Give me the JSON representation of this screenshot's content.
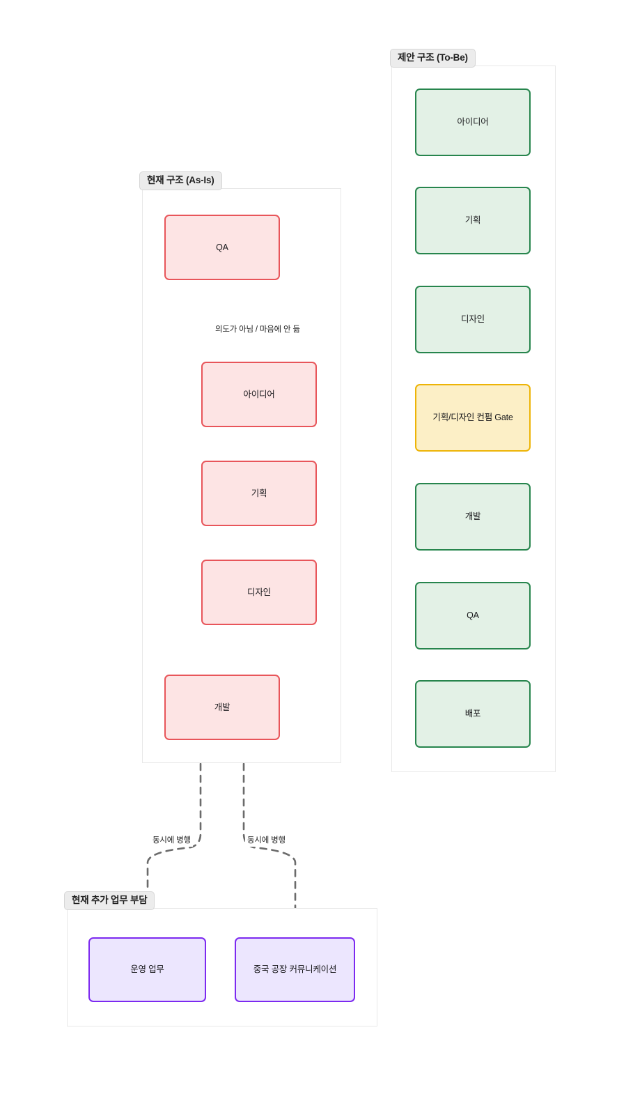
{
  "diagram": {
    "title_as_is": "현재 구조 (As-Is)",
    "title_to_be": "제안 구조 (To-Be)",
    "title_extra": "현재 추가 업무 부담"
  },
  "as_is": {
    "label": "현재 구조 (As-Is)",
    "nodes": [
      {
        "id": "asis-qa",
        "label": "QA",
        "color": "#e8555a"
      },
      {
        "id": "asis-idea",
        "label": "아이디어",
        "color": "#e8555a"
      },
      {
        "id": "asis-plan",
        "label": "기획",
        "color": "#e8555a"
      },
      {
        "id": "asis-design",
        "label": "디자인",
        "color": "#e8555a"
      },
      {
        "id": "asis-dev",
        "label": "개발",
        "color": "#e8555a"
      }
    ],
    "edge_labels": [
      "의도가 아님 / 마음에 안 듦"
    ]
  },
  "to_be": {
    "label": "제안 구조 (To-Be)",
    "nodes": [
      {
        "id": "tobe-idea",
        "label": "아이디어",
        "color": "#27854d"
      },
      {
        "id": "tobe-plan",
        "label": "기획",
        "color": "#27854d"
      },
      {
        "id": "tobe-design",
        "label": "디자인",
        "color": "#27854d"
      },
      {
        "id": "tobe-gate",
        "label": "기획/디자인 컨펌 Gate",
        "color": "#edb407"
      },
      {
        "id": "tobe-dev",
        "label": "개발",
        "color": "#27854d"
      },
      {
        "id": "tobe-qa",
        "label": "QA",
        "color": "#27854d"
      },
      {
        "id": "tobe-deploy",
        "label": "배포",
        "color": "#27854d"
      }
    ]
  },
  "extra_load": {
    "label": "현재 추가 업무 부담",
    "nodes": [
      {
        "id": "extra-ops",
        "label": "운영 업무",
        "color": "#7c29f0"
      },
      {
        "id": "extra-china",
        "label": "중국 공장 커뮤니케이션",
        "color": "#7c29f0"
      }
    ],
    "edge_labels": [
      "동시에 병행",
      "동시에 병행"
    ]
  },
  "colors": {
    "red_border": "#e8555a",
    "red_fill": "#fde4e4",
    "green_border": "#27854d",
    "green_fill": "#e3f1e6",
    "yellow_border": "#edb407",
    "yellow_fill": "#fcefc6",
    "purple_border": "#7c29f0",
    "purple_fill": "#ece6fe",
    "edge_stroke": "#6b6b6b",
    "container_border": "#e8e8e8",
    "label_pill": "#ececec"
  }
}
